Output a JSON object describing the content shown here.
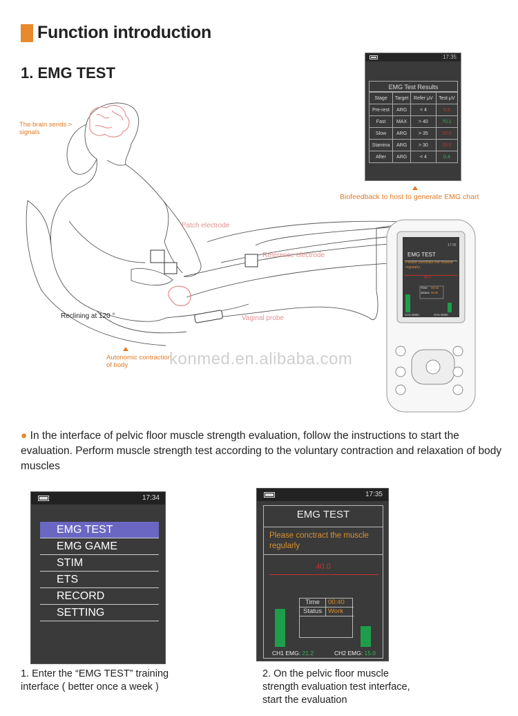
{
  "header": {
    "title": "Function introduction"
  },
  "section": {
    "title": "1. EMG TEST"
  },
  "results_screen": {
    "time": "17:35",
    "title": "EMG Test Results",
    "columns": [
      "Stage",
      "Target",
      "Refer μV",
      "Test μV"
    ],
    "rows": [
      {
        "stage": "Pre-rest",
        "target": "ARG",
        "refer": "< 4",
        "test": "5.8",
        "color": "#c4342d"
      },
      {
        "stage": "Fast",
        "target": "MAX",
        "refer": "> 40",
        "test": "70.1",
        "color": "#2fb85a"
      },
      {
        "stage": "Slow",
        "target": "ARG",
        "refer": "> 35",
        "test": "20.0",
        "color": "#c4342d"
      },
      {
        "stage": "Stamina",
        "target": "ARG",
        "refer": "> 30",
        "test": "15.0",
        "color": "#c4342d"
      },
      {
        "stage": "After",
        "target": "ARG",
        "refer": "< 4",
        "test": "0.4",
        "color": "#2fb85a"
      }
    ]
  },
  "illustration": {
    "brain_label": "The brain sends >\nsignals",
    "biofeedback_label": "Biofeedback to host to generate EMG chart",
    "patch_electrode": "Patch electrode",
    "reference_electrode": "Reference electrode",
    "reclining": "Reclining at 120 °",
    "vaginal_probe": "Vaginal probe",
    "autonomic": "Autonomic contraction\nof body",
    "device_screen": {
      "title": "EMG TEST",
      "instruction": "Please conctract the muscle regularly",
      "value": "40.0",
      "time_label": "Time",
      "time_value": "00:40",
      "status_label": "Status",
      "status_value": "Work",
      "ch1_label": "CH1 EMG:",
      "ch2_label": "CH1 EMG:",
      "time": "17:35"
    }
  },
  "watermark": "konmed.en.alibaba.com",
  "description": "In the interface of pelvic floor muscle strength evaluation, follow the instructions to start the evaluation. Perform muscle strength test according to the voluntary contraction and relaxation of body muscles",
  "menu_screen": {
    "time": "17:34",
    "items": [
      "EMG TEST",
      "EMG GAME",
      "STIM",
      "ETS",
      "RECORD",
      "SETTING"
    ]
  },
  "emg_screen": {
    "time": "17:35",
    "title": "EMG TEST",
    "instruction": "Please conctract the muscle regularly",
    "value": "40.0",
    "time_label": "Time",
    "time_value": "00:40",
    "status_label": "Status",
    "status_value": "Work",
    "ch1_label": "CH1 EMG:",
    "ch1_value": "21.2",
    "ch2_label": "CH2 EMG:",
    "ch2_value": "15.0",
    "ch1_level": 0.55,
    "ch2_level": 0.3
  },
  "captions": {
    "left": "1. Enter the  “EMG TEST”  training interface ( better once a week )",
    "right": "2.  On the pelvic floor muscle strength evaluation test interface, start the evaluation"
  },
  "colors": {
    "accent": "#e8892b",
    "selection": "#6a67c2",
    "bar_green": "#1e9e4a",
    "warn_red": "#c4342d"
  }
}
